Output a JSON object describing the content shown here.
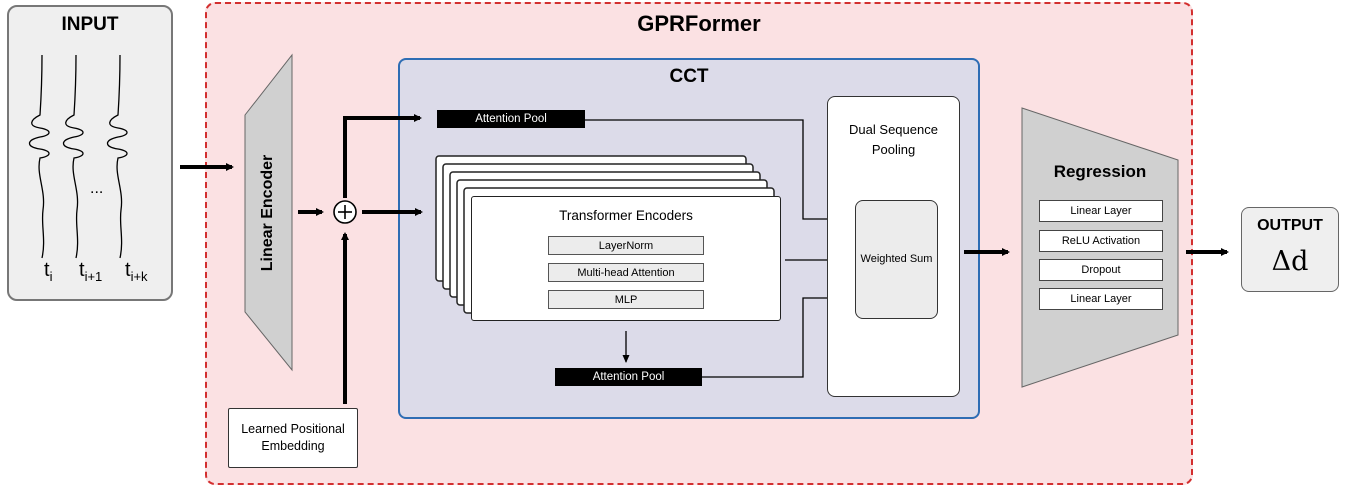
{
  "input": {
    "title": "INPUT",
    "ellipsis": "...",
    "time_labels": [
      {
        "base": "t",
        "sub": "i"
      },
      {
        "base": "t",
        "sub": "i+1"
      },
      {
        "base": "t",
        "sub": "i+k"
      }
    ]
  },
  "model": {
    "title": "GPRFormer",
    "linear_encoder": "Linear Encoder",
    "add_symbol": "⊕",
    "positional_embedding": "Learned Positional Embedding"
  },
  "cct": {
    "title": "CCT",
    "attention_pool_top": "Attention Pool",
    "attention_pool_bottom": "Attention Pool",
    "transformer": {
      "title": "Transformer Encoders",
      "layers": [
        "LayerNorm",
        "Multi-head Attention",
        "MLP"
      ]
    },
    "dual_sequence_pooling": "Dual Sequence Pooling",
    "weighted_sum": "Weighted Sum"
  },
  "regression": {
    "title": "Regression",
    "layers": [
      "Linear Layer",
      "ReLU Activation",
      "Dropout",
      "Linear Layer"
    ]
  },
  "output": {
    "title": "OUTPUT",
    "value": "Δd"
  },
  "colors": {
    "gprformer_fill": "#fbe1e3",
    "gprformer_border": "#d32f2f",
    "cct_fill": "#dcdbe9",
    "cct_border": "#2e6db4",
    "block_gray": "#d0d0d0"
  }
}
